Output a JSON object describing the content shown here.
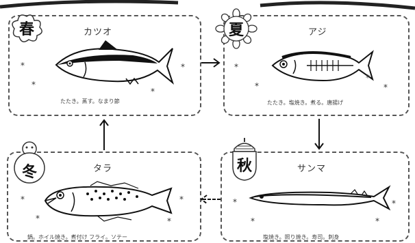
{
  "seasons": {
    "spring": {
      "badge": "春",
      "fish": "カツオ",
      "dishes": "たたき。蒸す。なまり節"
    },
    "summer": {
      "badge": "夏",
      "fish": "アジ",
      "dishes": "たたき。塩焼き。煮る。唐揚げ"
    },
    "autumn": {
      "badge": "秋",
      "fish": "サンマ",
      "dishes": "塩焼き。照り焼き。寿司。刺身"
    },
    "winter": {
      "badge": "冬",
      "fish": "タラ",
      "dishes": "鍋。ホイル焼き。煮付け フライ。ソテー"
    }
  },
  "star_glyph": "*"
}
